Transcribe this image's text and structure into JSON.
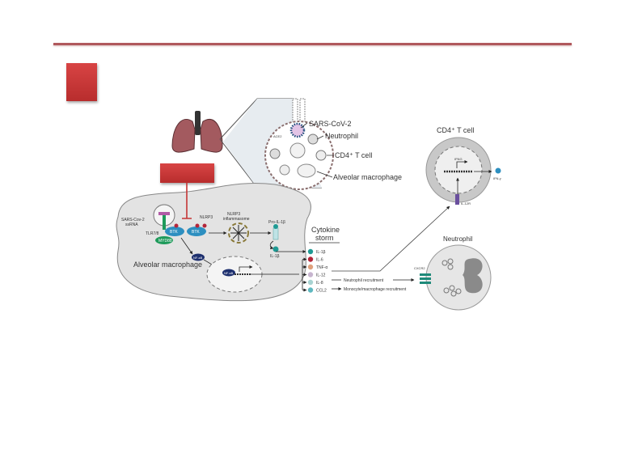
{
  "slide": {
    "accent_color": "#c53535",
    "rule_color": "#b0585c"
  },
  "inset": {
    "virus_label": "SARS-CoV-2",
    "neutrophil_label": "Neutrophil",
    "tcell_label": "CD4⁺ T cell",
    "macrophage_label": "Alveolar macrophage",
    "ace2_label": "ACE2"
  },
  "macrophage": {
    "cell_label": "Alveolar macrophage",
    "ssrna_label_1": "SARS-Cov-2",
    "ssrna_label_2": "ssRNA",
    "tlr_label": "TLR7/8",
    "myd88_label": "MYD88",
    "btk1_label": "BTK",
    "btk2_label": "BTK",
    "nlrp3_label": "NLRP3",
    "inflammasome_label_1": "NLRP3",
    "inflammasome_label_2": "inflammasome",
    "pro_il1b_label": "Pro-IL-1β",
    "il1b_label": "IL-1β",
    "nfkb1_label": "NF-κB",
    "nfkb2_label": "NF-κB"
  },
  "cytokine_storm": {
    "title_1": "Cytokine",
    "title_2": "storm",
    "items": [
      {
        "label": "IL-1β",
        "color": "#1f9a94"
      },
      {
        "label": "IL-6",
        "color": "#b3263a"
      },
      {
        "label": "TNF-α",
        "color": "#e0a07c"
      },
      {
        "label": "IL-12",
        "color": "#c7b5cf"
      },
      {
        "label": "IL-8",
        "color": "#a8d3d2"
      },
      {
        "label": "CCL2",
        "color": "#5fb8c0"
      }
    ],
    "neutrophil_recruitment": "Neutrophil recruitment",
    "monocyte_recruitment": "Monocyte/macrophage recruitment"
  },
  "tcell": {
    "title": "CD4⁺ T cell",
    "gene_label": "IFNG",
    "product_label": "IFN-γ",
    "receptor_label": "IL-12R"
  },
  "neutrophil": {
    "title": "Neutrophil",
    "receptor_label": "CXCR2"
  }
}
